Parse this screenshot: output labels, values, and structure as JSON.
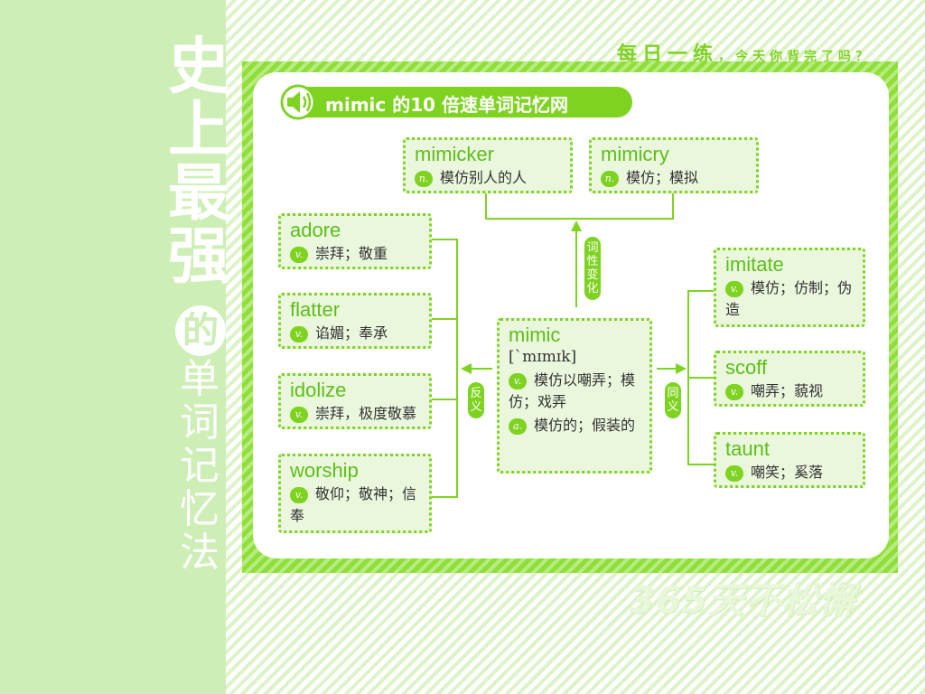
{
  "side_title": {
    "main_chars": [
      "史",
      "上",
      "最",
      "强"
    ],
    "circle_char": "的",
    "sub_chars": [
      "单",
      "词",
      "记",
      "忆",
      "法"
    ]
  },
  "slogans": {
    "top_main": "每日一练",
    "top_comma": "，",
    "top_tail": "今天你背完了吗？",
    "bottom": "365天不松懈"
  },
  "header": {
    "title": "mimic 的10 倍速单词记忆网",
    "icon": "speaker-icon"
  },
  "center": {
    "word": "mimic",
    "phonetic": "[`mɪmɪk]",
    "senses": [
      {
        "pos": "v.",
        "text": "模仿以嘲弄；模仿；戏弄"
      },
      {
        "pos": "a.",
        "text": "模仿的；假装的"
      }
    ]
  },
  "derived": [
    {
      "word": "mimicker",
      "pos": "n.",
      "def": "模仿别人的人"
    },
    {
      "word": "mimicry",
      "pos": "n.",
      "def": "模仿；模拟"
    }
  ],
  "antonyms": [
    {
      "word": "adore",
      "pos": "v.",
      "def": "崇拜；敬重"
    },
    {
      "word": "flatter",
      "pos": "v.",
      "def": "谄媚；奉承"
    },
    {
      "word": "idolize",
      "pos": "v.",
      "def": "崇拜，极度敬慕"
    },
    {
      "word": "worship",
      "pos": "v.",
      "def": "敬仰；敬神；信奉"
    }
  ],
  "synonyms": [
    {
      "word": "imitate",
      "pos": "v.",
      "def": "模仿；仿制；伪造"
    },
    {
      "word": "scoff",
      "pos": "v.",
      "def": "嘲弄；藐视"
    },
    {
      "word": "taunt",
      "pos": "v.",
      "def": "嘲笑；奚落"
    }
  ],
  "tags": {
    "derivation": "词性变化",
    "antonym": "反义",
    "synonym": "同义"
  },
  "colors": {
    "accent": "#7ed321",
    "box_fill": "#eaf7dd",
    "word_text": "#5cbf16"
  }
}
